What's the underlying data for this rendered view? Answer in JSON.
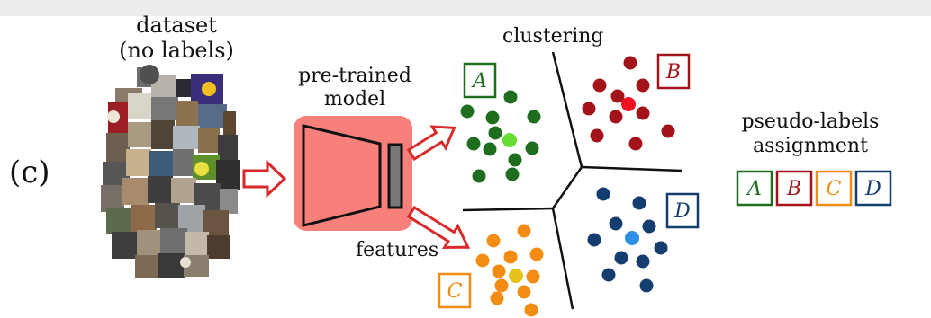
{
  "panel_label": "(c)",
  "dataset": {
    "line1": "dataset",
    "line2": "(no labels)"
  },
  "model": {
    "line1": "pre-trained",
    "line2": "model"
  },
  "features_label": "features",
  "clustering_label": "clustering",
  "assignment": {
    "line1": "pseudo-labels",
    "line2": "assignment",
    "labels": [
      "A",
      "B",
      "C",
      "D"
    ]
  },
  "clusters": [
    {
      "label": "A",
      "color": "#1f6e1f",
      "centroid_color": "#66dd33"
    },
    {
      "label": "B",
      "color": "#a3141a",
      "centroid_color": "#ee1122"
    },
    {
      "label": "C",
      "color": "#f28c12",
      "centroid_color": "#e6c21a"
    },
    {
      "label": "D",
      "color": "#153e70",
      "centroid_color": "#2f8fe6"
    }
  ],
  "colors": {
    "model_fill": "#f8807a",
    "arrow_stroke": "#d82a2a"
  }
}
